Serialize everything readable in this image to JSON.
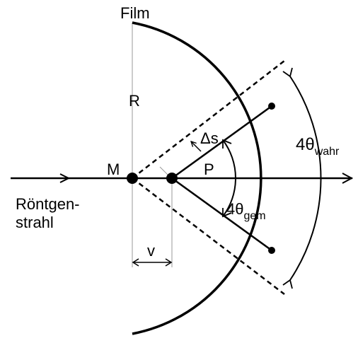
{
  "labels": {
    "film": "Film",
    "radius": "R",
    "center": "M",
    "point": "P",
    "delta_s": "Δs",
    "offset": "v",
    "beam_line1": "Röntgen-",
    "beam_line2": "strahl",
    "angle_measured_main": "4θ",
    "angle_measured_sub": "gem",
    "angle_true_main": "4θ",
    "angle_true_sub": "wahr"
  },
  "colors": {
    "ink": "#000000",
    "guide": "#999999",
    "background": "#ffffff"
  }
}
